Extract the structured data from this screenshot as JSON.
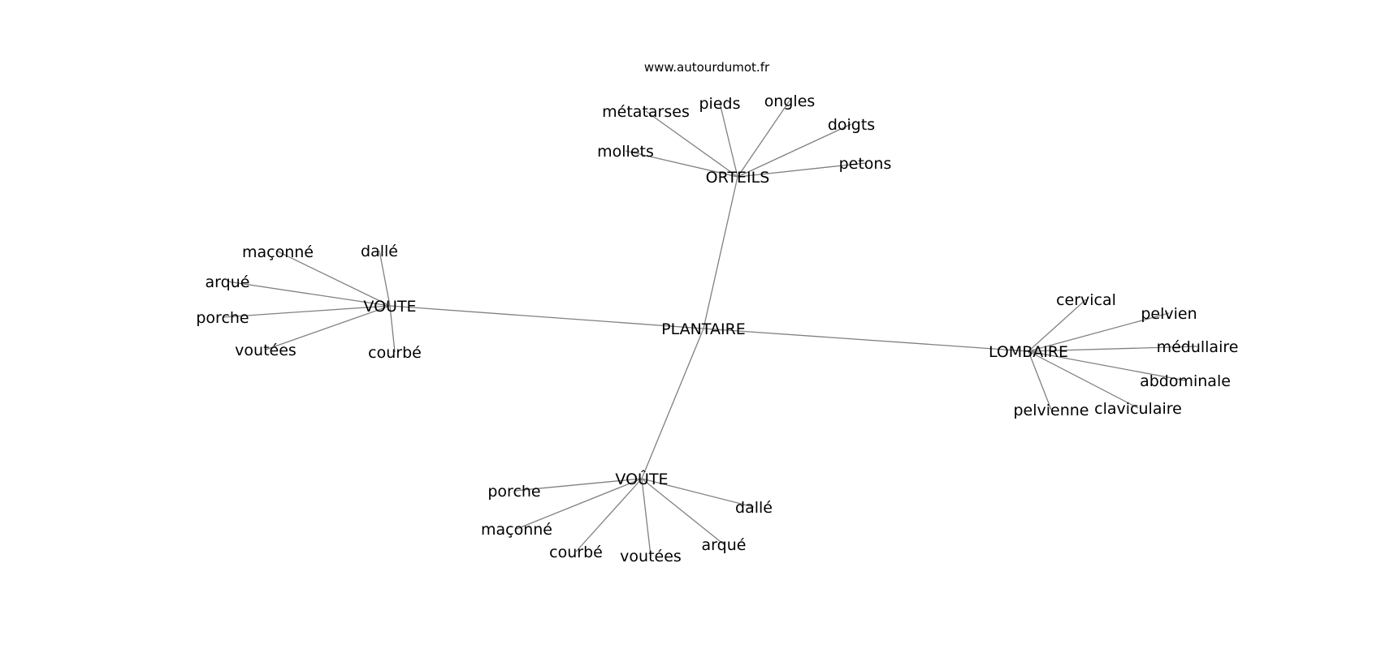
{
  "source": "www.autourdumot.fr",
  "center": "PLANTAIRE",
  "clusters": [
    {
      "hub": "ORTEILS",
      "leaves": [
        "métatarses",
        "pieds",
        "ongles",
        "doigts",
        "mollets",
        "petons"
      ]
    },
    {
      "hub": "VOUTE",
      "leaves": [
        "maçonné",
        "dallé",
        "arqué",
        "porche",
        "voutées",
        "courbé"
      ]
    },
    {
      "hub": "LOMBAIRE",
      "leaves": [
        "cervical",
        "pelvien",
        "médullaire",
        "abdominale",
        "claviculaire",
        "pelvienne"
      ]
    },
    {
      "hub": "VOÛTE",
      "leaves": [
        "porche",
        "dallé",
        "maçonné",
        "arqué",
        "courbé",
        "voutées"
      ]
    }
  ]
}
